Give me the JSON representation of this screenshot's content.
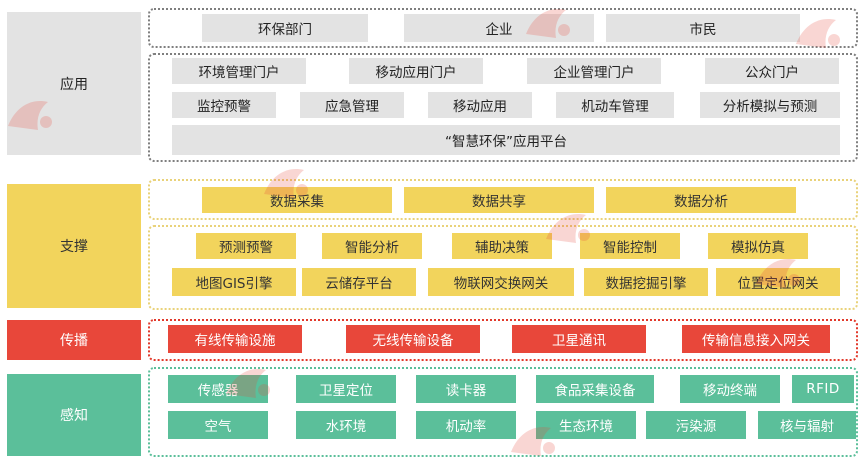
{
  "layers": {
    "application": "应用",
    "support": "支撑",
    "transmission": "传播",
    "sensing": "感知"
  },
  "application": {
    "actors": [
      "环保部门",
      "企业",
      "市民"
    ],
    "portals": [
      "环境管理门户",
      "移动应用门户",
      "企业管理门户",
      "公众门户"
    ],
    "functions": [
      "监控预警",
      "应急管理",
      "移动应用",
      "机动车管理",
      "分析模拟与预测"
    ],
    "platform": "“智慧环保”应用平台"
  },
  "support": {
    "data": [
      "数据采集",
      "数据共享",
      "数据分析"
    ],
    "row1": [
      "预测预警",
      "智能分析",
      "辅助决策",
      "智能控制",
      "模拟仿真"
    ],
    "row2": [
      "地图GIS引擎",
      "云储存平台",
      "物联网交换网关",
      "数据挖掘引擎",
      "位置定位网关"
    ]
  },
  "transmission": {
    "items": [
      "有线传输设施",
      "无线传输设备",
      "卫星通讯",
      "传输信息接入网关"
    ]
  },
  "sensing": {
    "row1": [
      "传感器",
      "卫星定位",
      "读卡器",
      "食品采集设备",
      "移动终端",
      "RFID"
    ],
    "row2": [
      "空气",
      "水环境",
      "机动率",
      "生态环境",
      "污染源",
      "核与辐射"
    ]
  },
  "colors": {
    "grey": "#e3e3e3",
    "yellow": "#f2d45c",
    "red": "#e8473a",
    "green": "#5bbf9a"
  }
}
